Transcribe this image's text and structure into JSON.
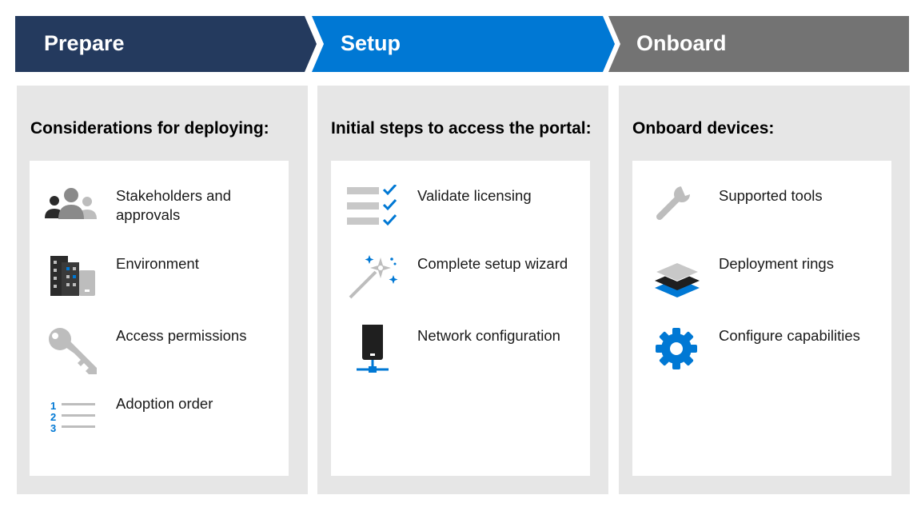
{
  "phases": [
    {
      "name": "Prepare",
      "color": "#243a5e",
      "heading": "Considerations for deploying:",
      "items": [
        {
          "label": "Stakeholders and approvals",
          "icon": "people-group-icon"
        },
        {
          "label": "Environment",
          "icon": "buildings-icon"
        },
        {
          "label": "Access permissions",
          "icon": "key-icon"
        },
        {
          "label": "Adoption order",
          "icon": "numbered-list-icon"
        }
      ]
    },
    {
      "name": "Setup",
      "color": "#0078d4",
      "heading": "Initial steps to access the portal:",
      "items": [
        {
          "label": "Validate licensing",
          "icon": "checklist-icon"
        },
        {
          "label": "Complete setup wizard",
          "icon": "magic-wand-icon"
        },
        {
          "label": "Network configuration",
          "icon": "network-device-icon"
        }
      ]
    },
    {
      "name": "Onboard",
      "color": "#737373",
      "heading": "Onboard devices:",
      "items": [
        {
          "label": "Supported tools",
          "icon": "wrench-icon"
        },
        {
          "label": "Deployment rings",
          "icon": "layers-icon"
        },
        {
          "label": "Configure capabilities",
          "icon": "gear-icon"
        }
      ]
    }
  ]
}
